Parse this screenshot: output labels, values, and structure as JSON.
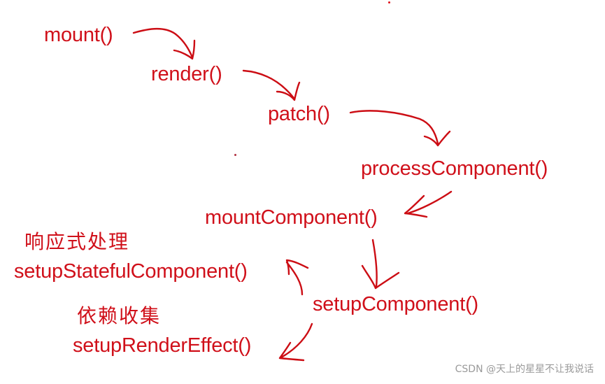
{
  "diagram": {
    "title": "Vue component mount flow",
    "colors": {
      "ink": "#d0101a",
      "watermark": "#9a9a9a",
      "background": "#ffffff"
    },
    "nodes": [
      {
        "id": "mount",
        "label": "mount()"
      },
      {
        "id": "render",
        "label": "render()"
      },
      {
        "id": "patch",
        "label": "patch()"
      },
      {
        "id": "processComponent",
        "label": "processComponent()"
      },
      {
        "id": "mountComponent",
        "label": "mountComponent()"
      },
      {
        "id": "setupComponent",
        "label": "setupComponent()"
      },
      {
        "id": "setupStatefulComponent",
        "label": "setupStatefulComponent()"
      },
      {
        "id": "setupRenderEffect",
        "label": "setupRenderEffect()"
      }
    ],
    "notes": [
      {
        "target": "setupStatefulComponent",
        "label": "响应式处理"
      },
      {
        "target": "setupRenderEffect",
        "label": "依赖收集"
      }
    ],
    "edges": [
      {
        "from": "mount",
        "to": "render"
      },
      {
        "from": "render",
        "to": "patch"
      },
      {
        "from": "patch",
        "to": "processComponent"
      },
      {
        "from": "processComponent",
        "to": "mountComponent"
      },
      {
        "from": "mountComponent",
        "to": "setupComponent"
      },
      {
        "from": "setupComponent",
        "to": "setupStatefulComponent"
      },
      {
        "from": "setupComponent",
        "to": "setupRenderEffect"
      }
    ]
  },
  "watermark": "CSDN @天上的星星不让我说话"
}
